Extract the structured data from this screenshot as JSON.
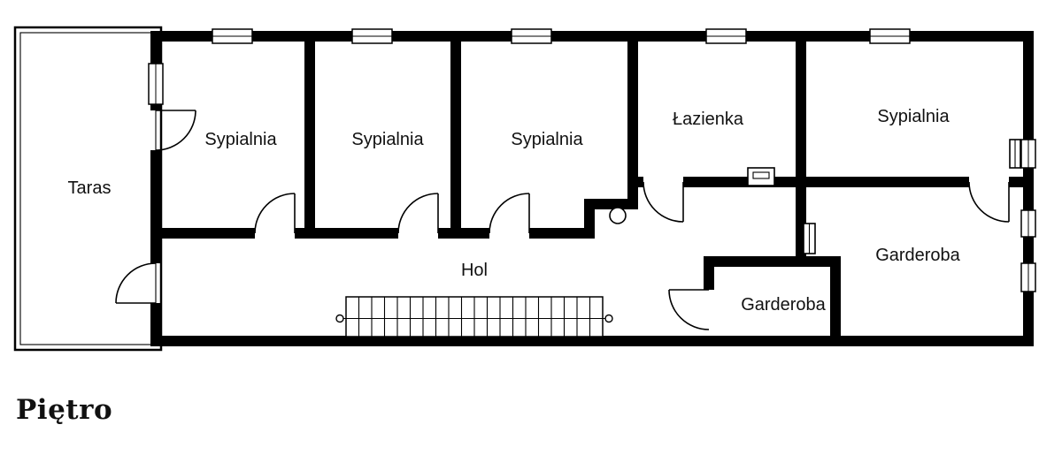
{
  "plan": {
    "title": "Piętro",
    "wall_color": "#000000",
    "label_color": "#111111",
    "background": "#ffffff",
    "rooms": {
      "taras": "Taras",
      "sypialnia_1": "Sypialnia",
      "sypialnia_2": "Sypialnia",
      "sypialnia_3": "Sypialnia",
      "lazienka": "Łazienka",
      "sypialnia_4": "Sypialnia",
      "hol": "Hol",
      "garderoba_small": "Garderoba",
      "garderoba_large": "Garderoba"
    }
  }
}
